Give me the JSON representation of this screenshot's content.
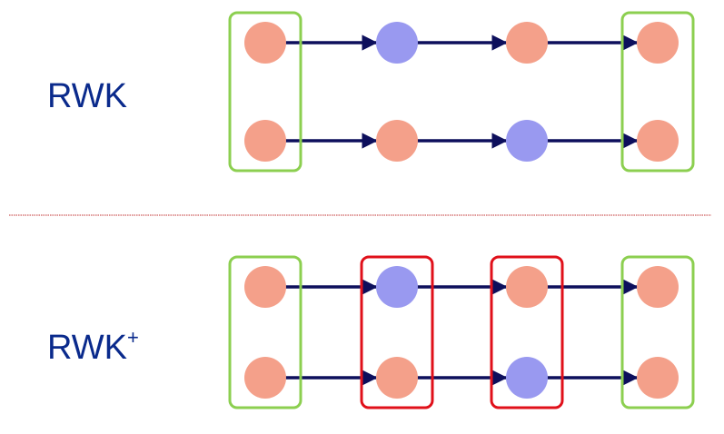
{
  "colors": {
    "node_orange": "#f4a08a",
    "node_blue": "#9999f0",
    "arrow": "#0d0f5c",
    "box_green": "#8ccf50",
    "box_red": "#e0101a",
    "divider": "#c03030",
    "label": "#0a2a8c"
  },
  "panels": [
    {
      "label": "RWK",
      "superscript": "",
      "walks": [
        [
          "orange",
          "blue",
          "orange",
          "orange"
        ],
        [
          "orange",
          "orange",
          "blue",
          "orange"
        ]
      ],
      "boxed_steps": [
        {
          "step": 1,
          "color": "green"
        },
        {
          "step": 4,
          "color": "green"
        }
      ]
    },
    {
      "label": "RWK",
      "superscript": "+",
      "walks": [
        [
          "orange",
          "blue",
          "orange",
          "orange"
        ],
        [
          "orange",
          "orange",
          "blue",
          "orange"
        ]
      ],
      "boxed_steps": [
        {
          "step": 1,
          "color": "green"
        },
        {
          "step": 2,
          "color": "red"
        },
        {
          "step": 3,
          "color": "red"
        },
        {
          "step": 4,
          "color": "green"
        }
      ]
    }
  ]
}
